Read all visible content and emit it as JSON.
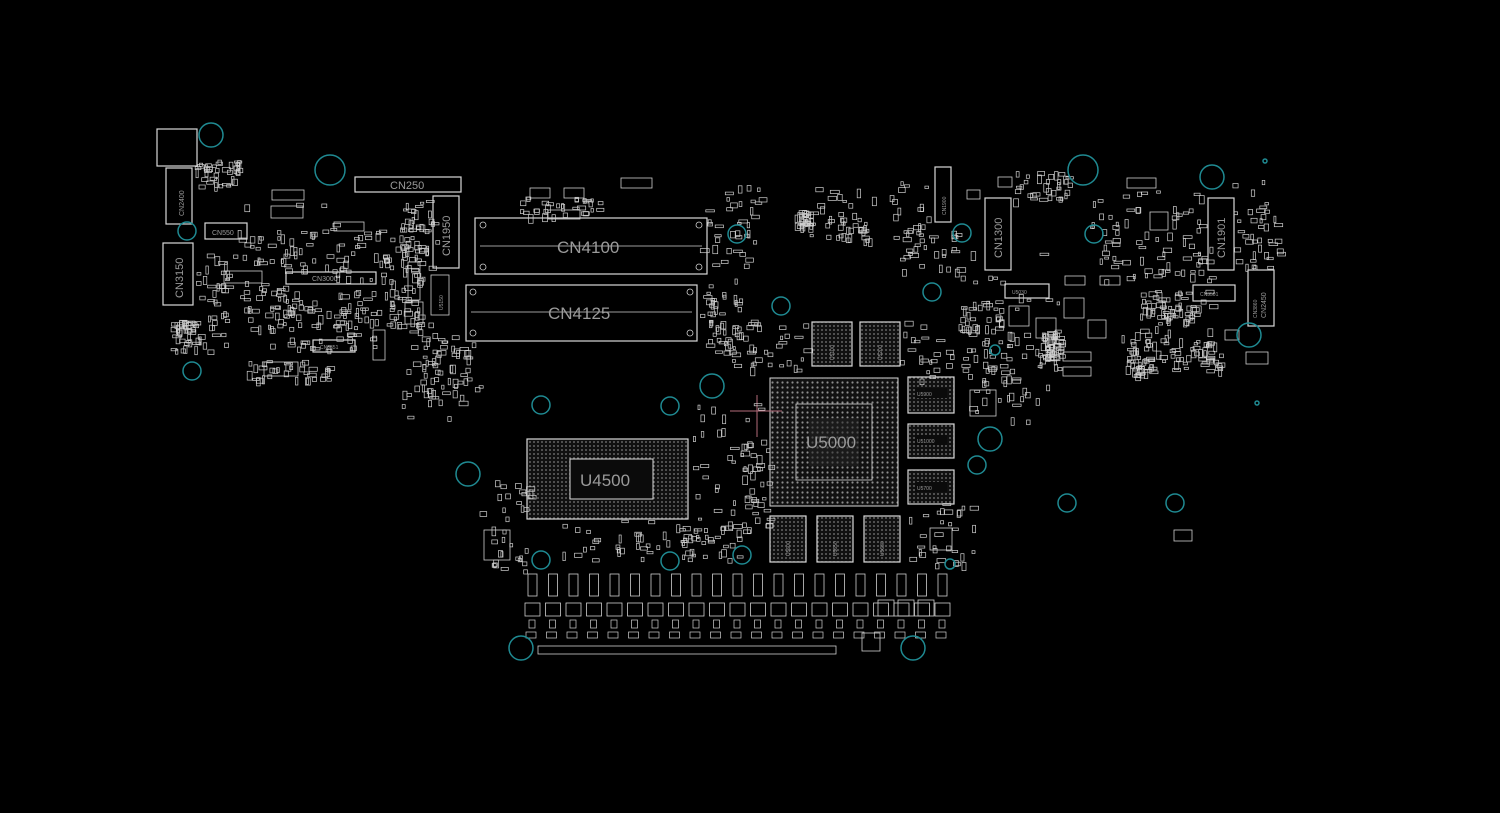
{
  "labels": {
    "cn250": "CN250",
    "cn2400": "CN2400",
    "cn550": "CN550",
    "cn3150": "CN3150",
    "cn3000": "CN3000",
    "cn1950": "CN1950",
    "cn3351": "CN3351",
    "cn4100": "CN4100",
    "cn4125": "CN4125",
    "cn1900": "CN1900",
    "cn1300": "CN1300",
    "cn1901": "CN1901",
    "cn3501": "CN3501",
    "cn2450": "CN2450",
    "cn2450b": "CN3860",
    "u5000": "U5000",
    "u4500": "U4500",
    "u5100": "U5100",
    "u5200": "U5200",
    "u5900": "U5900",
    "u51000": "U51000",
    "u5700": "U5700",
    "u5600": "U5600",
    "u5650": "U5650",
    "u5680": "U5680",
    "u5030": "U5030",
    "u5150": "U5150"
  },
  "colors": {
    "background": "#000000",
    "trace": "#d9d9d9",
    "mounting_hole": "#1f8a92",
    "label": "#9a9a9a",
    "cursor": "#b56b7a"
  }
}
